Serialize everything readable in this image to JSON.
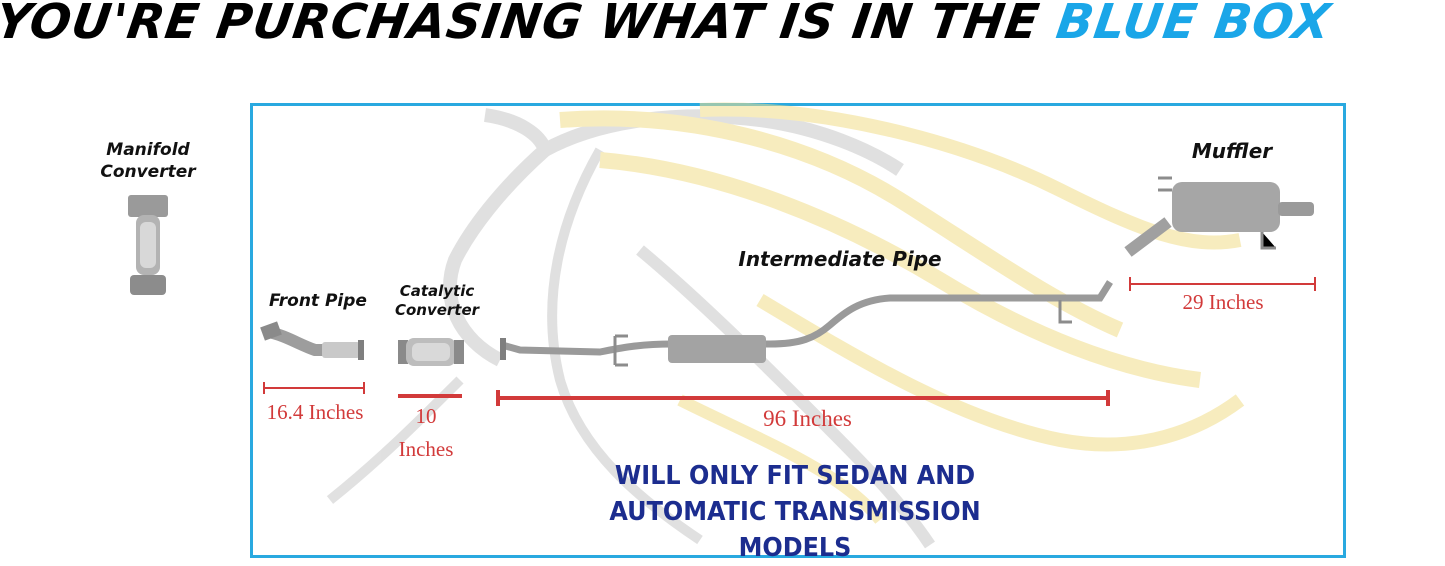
{
  "headline": {
    "part1": "YOU'RE PURCHASING WHAT IS IN THE ",
    "part2": "BLUE BOX"
  },
  "colors": {
    "accent_blue": "#1aa6e8",
    "box_border": "#29a9e0",
    "measure_red": "#d23a3a",
    "notice_blue": "#1c2d8f",
    "watermark_gold": "#f1de8a",
    "watermark_gray": "#c8c8c8"
  },
  "parts": {
    "manifold": {
      "label_line1": "Manifold",
      "label_line2": "Converter"
    },
    "front_pipe": {
      "label": "Front Pipe",
      "measure": "16.4 Inches"
    },
    "catalytic": {
      "label_line1": "Catalytic",
      "label_line2": "Converter",
      "measure_line1": "10",
      "measure_line2": "Inches"
    },
    "intermediate": {
      "label": "Intermediate Pipe",
      "measure": "96 Inches"
    },
    "muffler": {
      "label": "Muffler",
      "measure": "29 Inches"
    }
  },
  "notice": {
    "line1": "WILL ONLY FIT SEDAN AND",
    "line2": "AUTOMATIC TRANSMISSION MODELS"
  }
}
